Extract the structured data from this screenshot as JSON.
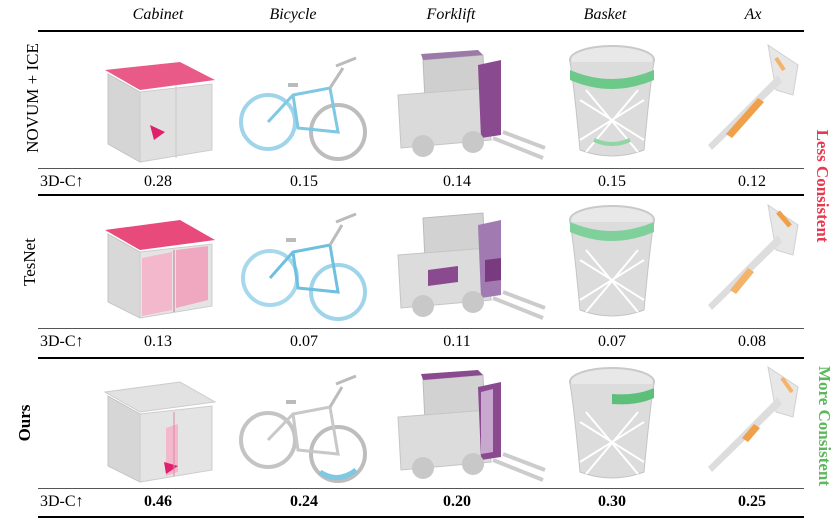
{
  "columns": [
    "Cabinet",
    "Bicycle",
    "Forklift",
    "Basket",
    "Ax"
  ],
  "rows": [
    {
      "method": "NOVUM + ICE",
      "bold": false,
      "metric": "3D-C",
      "arrow": "↑",
      "values": [
        "0.28",
        "0.15",
        "0.14",
        "0.15",
        "0.12"
      ]
    },
    {
      "method": "TesNet",
      "bold": false,
      "metric": "3D-C",
      "arrow": "↑",
      "values": [
        "0.13",
        "0.07",
        "0.11",
        "0.07",
        "0.08"
      ]
    },
    {
      "method": "Ours",
      "bold": true,
      "metric": "3D-C",
      "arrow": "↑",
      "values": [
        "0.46",
        "0.24",
        "0.20",
        "0.30",
        "0.25"
      ]
    }
  ],
  "side_labels": {
    "top": "Less Consistent",
    "bottom": "More Consistent",
    "top_color": "#e8384f",
    "bottom_color": "#5cb85c"
  },
  "colors": {
    "mesh_gray": "#d8d8d8",
    "cabinet_pink": "#e84a7c",
    "bicycle_blue": "#7ec8e3",
    "forklift_purple": "#8a4a8f",
    "basket_green": "#5cc07a",
    "ax_orange": "#f0a04b"
  }
}
